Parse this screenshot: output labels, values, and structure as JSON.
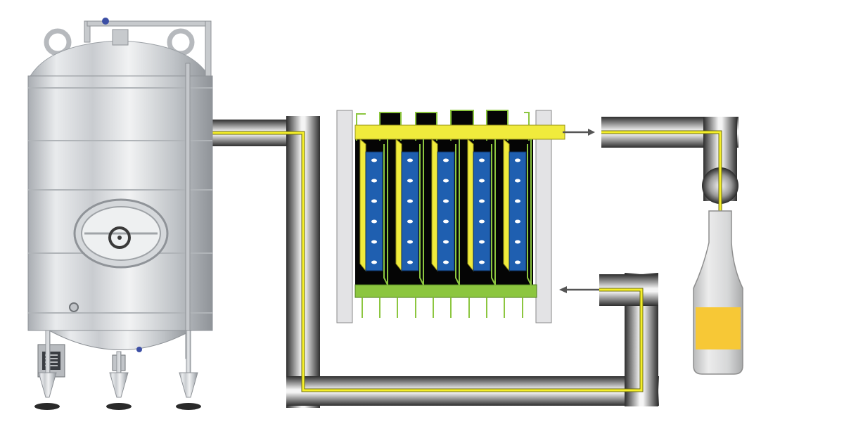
{
  "diagram": {
    "description_visible_text": [],
    "colors": {
      "pipe_dark": "#3a3a3a",
      "pipe_light": "#f2f2f2",
      "flow_line": "#f5ef2a",
      "flow_line_edge": "#8a8a10",
      "unfiltered_channel": "#f0eb3c",
      "filtered_channel": "#8cc63f",
      "filter_sheet": "#1f5fb0",
      "filter_dots": "#ffffff",
      "frame_black": "#050505",
      "end_plate": "#e3e3e5",
      "bottle_body": "#d9dadb",
      "bottle_label": "#f7c836",
      "tank_steel": "#d8dadd",
      "arrow": "#555555"
    },
    "components": [
      {
        "name": "storage-tank",
        "icon": "tank-icon"
      },
      {
        "name": "plate-filter",
        "icon": "filter-press-icon"
      },
      {
        "name": "bottle",
        "icon": "bottle-icon"
      }
    ],
    "filter": {
      "sheet_count": 5,
      "dots_per_sheet": 6
    }
  }
}
